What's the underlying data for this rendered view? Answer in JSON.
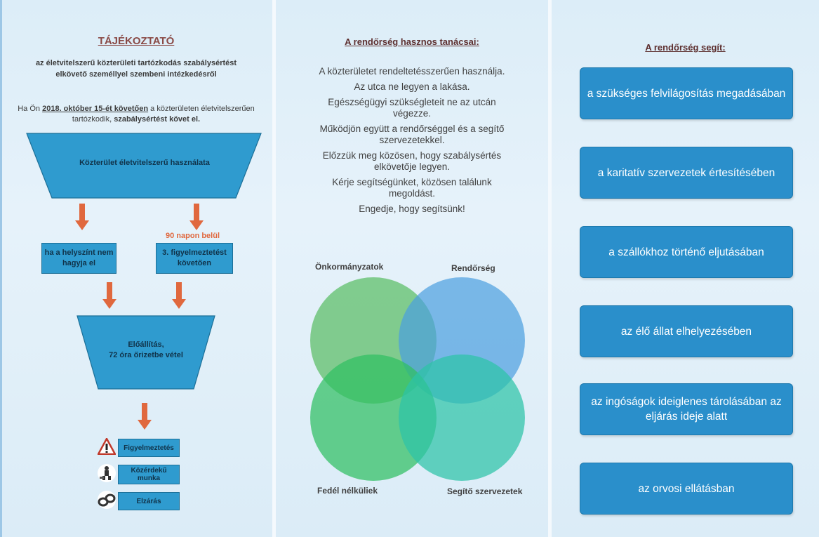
{
  "left": {
    "title": "TÁJÉKOZTATÓ",
    "subtitle": "az életvitelszerű közterületi tartózkodás szabálysértést elkövető személlyel szembeni intézkedésről",
    "intro_pre": "Ha Ön ",
    "intro_date": "2018. október 15-ét követően",
    "intro_mid": " a közterületen életvitelszerűen tartózkodik, ",
    "intro_bold": "szabálysértést követ el.",
    "funnel_top": "Közterület életvitelszerű használata",
    "days_label": "90 napon belül",
    "box_left": "ha a helyszínt nem hagyja el",
    "box_right": "3. figyelmeztetést követően",
    "funnel_bottom_line1": "Előállítás,",
    "funnel_bottom_line2": "72 óra őrizetbe vétel",
    "legend": [
      {
        "icon": "warning-icon",
        "label": "Figyelmeztetés"
      },
      {
        "icon": "worker-icon",
        "label": "Közérdekű munka"
      },
      {
        "icon": "handcuffs-icon",
        "label": "Elzárás"
      }
    ],
    "arrow_color": "#e0683e"
  },
  "middle": {
    "title": "A rendőrség hasznos tanácsai:",
    "tips": [
      "A közterületet rendeltetésszerűen használja.",
      "Az utca ne legyen a lakása.",
      "Egészségügyi szükségleteit ne az utcán végezze.",
      "Működjön együtt a rendőrséggel és a segítő szervezetekkel.",
      "Előzzük meg közösen, hogy szabálysértés elkövetője legyen.",
      "Kérje segítségünket, közösen találunk megoldást.",
      "Engedje, hogy segítsünk!"
    ],
    "venn": {
      "top_left": "Önkormányzatok",
      "top_right": "Rendőrség",
      "bottom_left": "Fedél nélküliek",
      "bottom_right": "Segítő szervezetek"
    }
  },
  "right": {
    "title": "A rendőrség segít:",
    "items": [
      "a szükséges felvilágosítás megadásában",
      "a karitatív szervezetek értesítésében",
      "a szállókhoz történő eljutásában",
      "az élő állat elhelyezésében",
      "az ingóságok ideiglenes tárolásában az eljárás ideje alatt",
      "az orvosi ellátásban"
    ],
    "box_color": "#2a8fcb"
  }
}
